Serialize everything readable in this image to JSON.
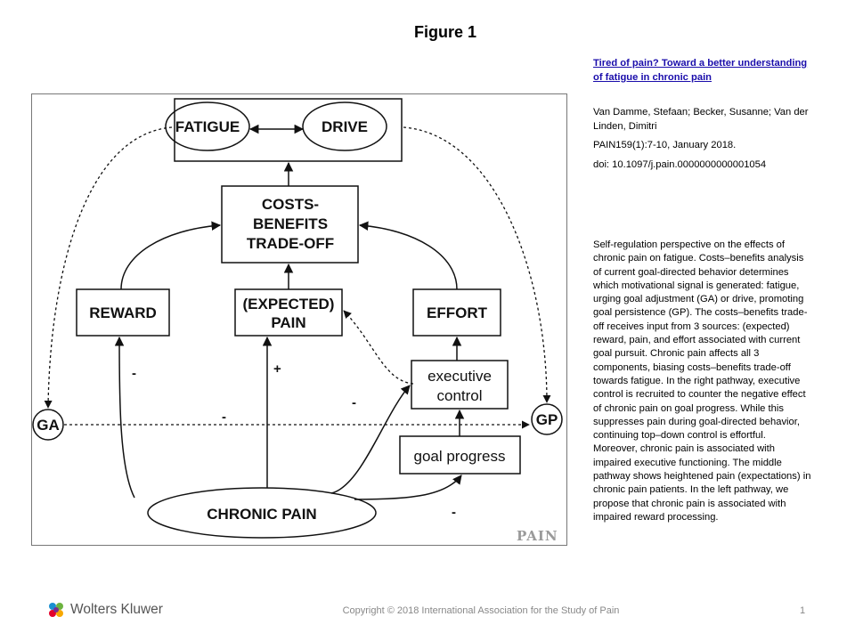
{
  "figure_title": "Figure 1",
  "article": {
    "title": "Tired of pain? Toward a better understanding of fatigue in chronic pain",
    "authors": "Van Damme, Stefaan; Becker, Susanne; Van der Linden, Dimitri",
    "citation": "PAIN159(1):7-10, January 2018.",
    "doi": "doi: 10.1097/j.pain.0000000000001054"
  },
  "caption": "Self-regulation perspective on the effects of chronic pain on fatigue. Costs–benefits analysis of current goal-directed behavior determines which motivational signal is generated: fatigue, urging goal adjustment (GA) or drive, promoting goal persistence (GP). The costs–benefits trade-off receives input from 3 sources: (expected) reward, pain, and effort associated with current goal pursuit. Chronic pain affects all 3 components, biasing costs–benefits trade-off towards fatigue. In the right pathway, executive control is recruited to counter the negative effect of chronic pain on goal progress. While this suppresses pain during goal-directed behavior, continuing top–down control is effortful. Moreover, chronic pain is associated with impaired executive functioning. The middle pathway shows heightened pain (expectations) in chronic pain patients. In the left pathway, we propose that chronic pain is associated with impaired reward processing.",
  "diagram": {
    "fatigue": "FATIGUE",
    "drive": "DRIVE",
    "costs_benefits": [
      "COSTS-",
      "BENEFITS",
      "TRADE-OFF"
    ],
    "reward": "REWARD",
    "expected_pain": [
      "(EXPECTED)",
      "PAIN"
    ],
    "effort": "EFFORT",
    "executive_control": [
      "executive",
      "control"
    ],
    "goal_progress": "goal progress",
    "chronic_pain": "CHRONIC PAIN",
    "ga": "GA",
    "gp": "GP",
    "signs": {
      "reward_link": "-",
      "pain_link": "+",
      "ga_link": "-",
      "executive_link": "-",
      "goal_progress_link": "-"
    },
    "journal_watermark": "PAIN"
  },
  "footer": {
    "brand": "Wolters Kluwer",
    "copyright": "Copyright © 2018 International Association for the Study of Pain",
    "page_number": "1"
  }
}
